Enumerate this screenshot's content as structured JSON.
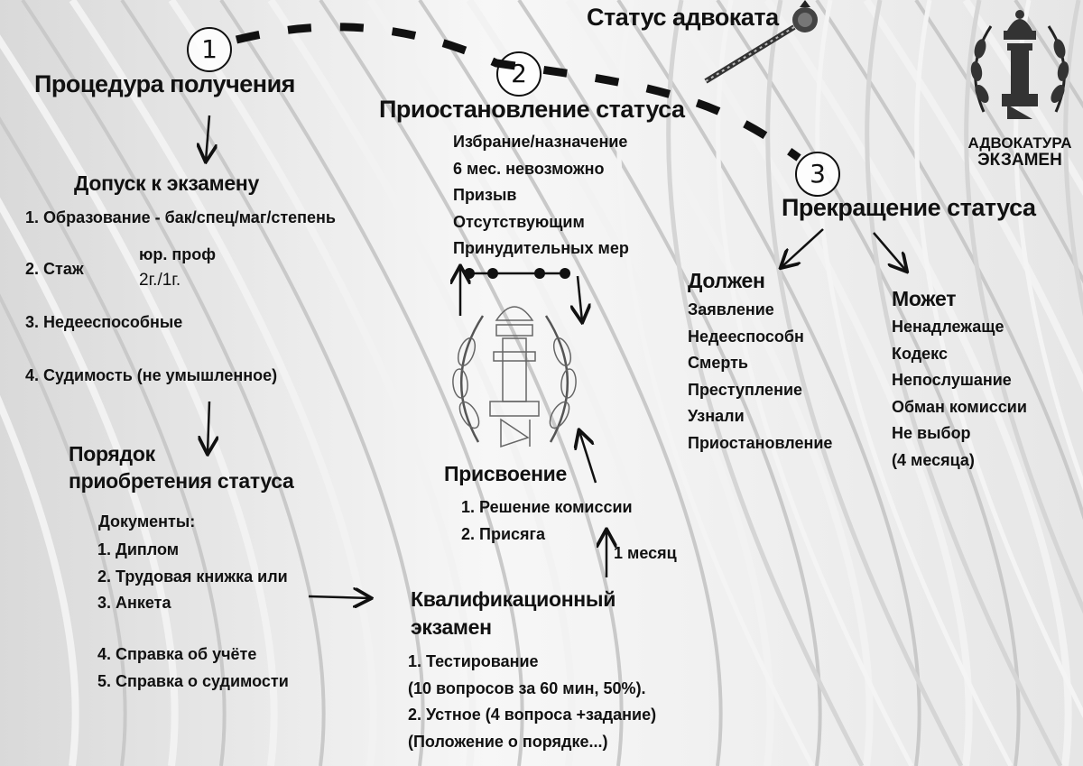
{
  "title": "Статус адвоката",
  "logo": {
    "line1": "АДВОКАТУРА",
    "line2": "ЭКЗАМЕН"
  },
  "step1": {
    "number": "1",
    "heading": "Процедура получения",
    "admission": {
      "heading": "Допуск к экзамену",
      "item1": "1. Образование - бак/спец/маг/степень",
      "item2": "2. Стаж",
      "item2_note1": "юр. проф",
      "item2_note2": "2г./1г.",
      "item3": "3. Недееспособные",
      "item4": "4. Судимость (не умышленное)"
    },
    "acquisition": {
      "heading_line1": "Порядок",
      "heading_line2": "приобретения статуса",
      "docs_title": "Документы:",
      "docs": [
        "1. Диплом",
        "2. Трудовая книжка или",
        "3. Анкета"
      ],
      "docs_extra": [
        "4. Справка об учёте",
        "5.  Справка о судимости"
      ]
    }
  },
  "step2": {
    "number": "2",
    "heading": "Приостановление статуса",
    "items": [
      "Избрание/назначение",
      "6 мес. невозможно",
      "Призыв",
      "Отсутствующим",
      "Принудительных мер"
    ]
  },
  "step3": {
    "number": "3",
    "heading": "Прекращение статуса",
    "must": {
      "heading": "Должен",
      "items": [
        "Заявление",
        "Недееспособн",
        "Смерть",
        "Преступление",
        "Узнали",
        "Приостановление"
      ]
    },
    "may": {
      "heading": "Может",
      "items": [
        "Ненадлежаще",
        "Кодекс",
        "Непослушание",
        "Обман комиссии",
        "Не выбор",
        "(4 месяца)"
      ]
    }
  },
  "assignment": {
    "heading": "Присвоение",
    "items": [
      "1. Решение комиссии",
      "2. Присяга"
    ],
    "interval": "1 месяц"
  },
  "exam": {
    "heading_line1": "Квалификационный",
    "heading_line2": "экзамен",
    "items": [
      "1. Тестирование",
      "(10 вопросов за 60 мин, 50%).",
      "2. Устное (4 вопроса +задание)",
      "(Положение о порядке...)"
    ]
  }
}
